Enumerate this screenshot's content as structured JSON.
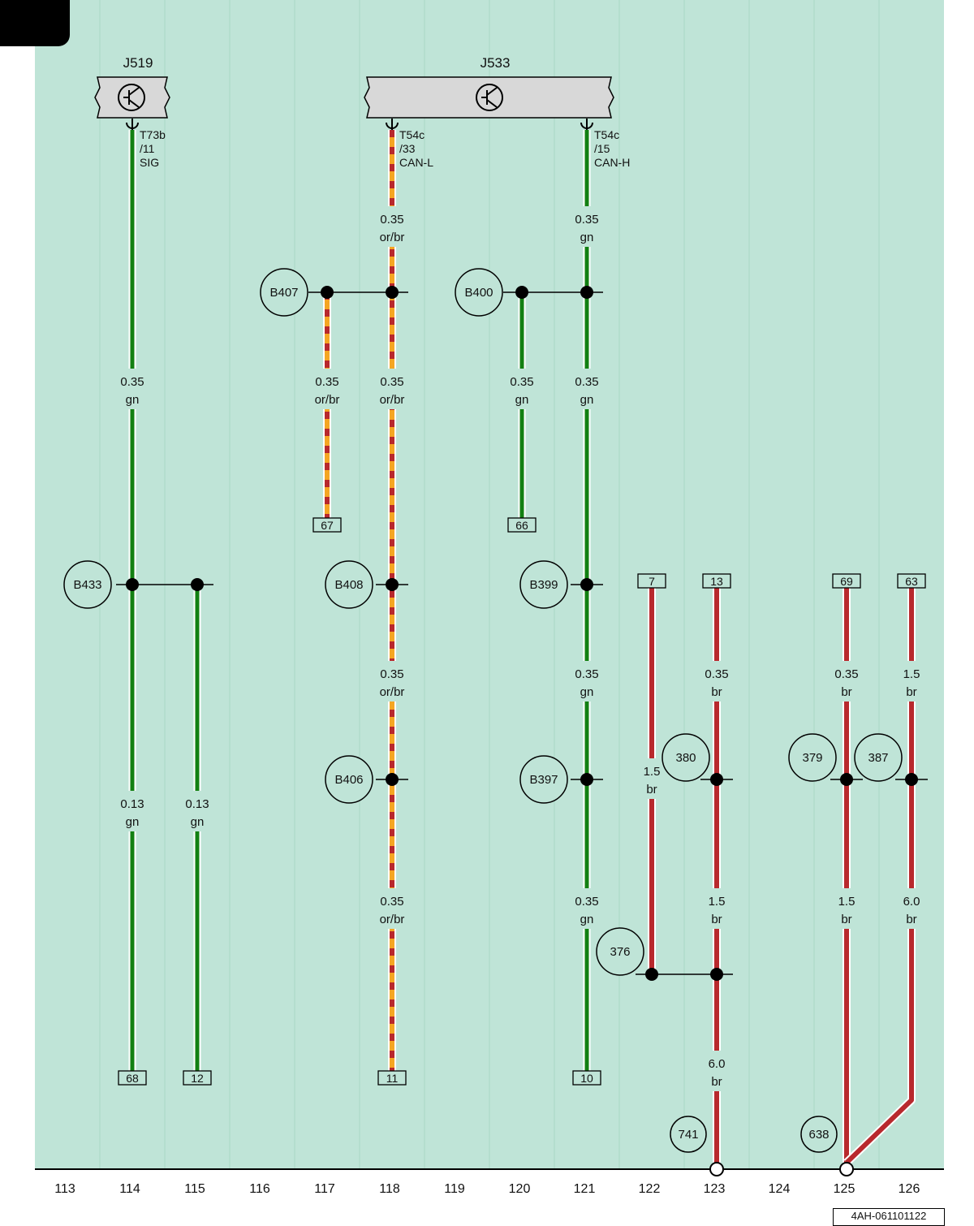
{
  "colors": {
    "background": "#bfe4d7",
    "grid": "#a9d8c4",
    "gn": "#128012",
    "or": "#f5a623",
    "br": "#b8292d",
    "component_fill": "#d8d8d8"
  },
  "doc_id": "4AH-061101122",
  "columns": [
    "113",
    "114",
    "115",
    "116",
    "117",
    "118",
    "119",
    "120",
    "121",
    "122",
    "123",
    "124",
    "125",
    "126"
  ],
  "components": [
    {
      "id": "j519",
      "label": "J519",
      "pins": [
        {
          "pin": "T73b\n/11\nSIG"
        }
      ]
    },
    {
      "id": "j533",
      "label": "J533",
      "pins": [
        {
          "pin": "T54c\n/33\nCAN-L"
        },
        {
          "pin": "T54c\n/15\nCAN-H"
        }
      ]
    }
  ],
  "wire_labels": [
    {
      "id": "w118a",
      "size": "0.35",
      "color": "or/br"
    },
    {
      "id": "w121a",
      "size": "0.35",
      "color": "gn"
    },
    {
      "id": "w114a",
      "size": "0.35",
      "color": "gn"
    },
    {
      "id": "w117",
      "size": "0.35",
      "color": "or/br"
    },
    {
      "id": "w118b",
      "size": "0.35",
      "color": "or/br"
    },
    {
      "id": "w120",
      "size": "0.35",
      "color": "gn"
    },
    {
      "id": "w121b",
      "size": "0.35",
      "color": "gn"
    },
    {
      "id": "w118c",
      "size": "0.35",
      "color": "or/br"
    },
    {
      "id": "w121c",
      "size": "0.35",
      "color": "gn"
    },
    {
      "id": "w123a",
      "size": "0.35",
      "color": "br"
    },
    {
      "id": "w125a",
      "size": "0.35",
      "color": "br"
    },
    {
      "id": "w126a",
      "size": "1.5",
      "color": "br"
    },
    {
      "id": "w122",
      "size": "1.5",
      "color": "br"
    },
    {
      "id": "w114b",
      "size": "0.13",
      "color": "gn"
    },
    {
      "id": "w115",
      "size": "0.13",
      "color": "gn"
    },
    {
      "id": "w118d",
      "size": "0.35",
      "color": "or/br"
    },
    {
      "id": "w121d",
      "size": "0.35",
      "color": "gn"
    },
    {
      "id": "w123b",
      "size": "1.5",
      "color": "br"
    },
    {
      "id": "w125b",
      "size": "1.5",
      "color": "br"
    },
    {
      "id": "w126b",
      "size": "6.0",
      "color": "br"
    },
    {
      "id": "w123c",
      "size": "6.0",
      "color": "br"
    }
  ],
  "connection_points": [
    "B407",
    "B400",
    "B433",
    "B408",
    "B399",
    "B406",
    "B397",
    "380",
    "379",
    "387",
    "376",
    "741",
    "638"
  ],
  "terminal_refs": [
    "67",
    "66",
    "7",
    "13",
    "69",
    "63",
    "68",
    "12",
    "11",
    "10"
  ]
}
